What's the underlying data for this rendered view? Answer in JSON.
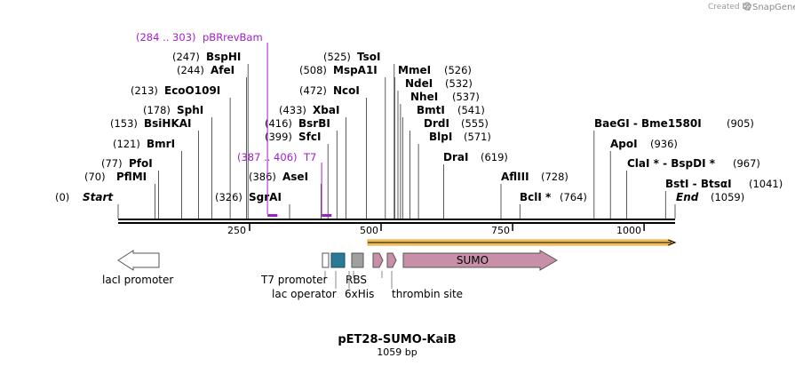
{
  "brand": {
    "prefix": "Created by",
    "name": "SnapGene"
  },
  "map": {
    "name": "pET28-SUMO-KaiB",
    "length_label": "1059 bp",
    "length": 1059
  },
  "ruler": {
    "ticks": [
      "250",
      "500",
      "750",
      "1000"
    ],
    "tick_values": [
      250,
      500,
      750,
      1000
    ]
  },
  "sites": [
    {
      "pos": "(0)",
      "name": "Start",
      "bp": 0,
      "italic": true
    },
    {
      "pos": "(70)",
      "name": "PflMI",
      "bp": 70
    },
    {
      "pos": "(77)",
      "name": "PfoI",
      "bp": 77
    },
    {
      "pos": "(121)",
      "name": "BmrI",
      "bp": 121
    },
    {
      "pos": "(153)",
      "name": "BsiHKAI",
      "bp": 153
    },
    {
      "pos": "(178)",
      "name": "SphI",
      "bp": 178
    },
    {
      "pos": "(213)",
      "name": "EcoO109I",
      "bp": 213
    },
    {
      "pos": "(244)",
      "name": "AfeI",
      "bp": 244
    },
    {
      "pos": "(247)",
      "name": "BspHI",
      "bp": 247
    },
    {
      "pos": "(326)",
      "name": "SgrAI",
      "bp": 326
    },
    {
      "pos": "(386)",
      "name": "AseI",
      "bp": 386
    },
    {
      "pos": "(399)",
      "name": "SfcI",
      "bp": 399
    },
    {
      "pos": "(416)",
      "name": "BsrBI",
      "bp": 416
    },
    {
      "pos": "(433)",
      "name": "XbaI",
      "bp": 433
    },
    {
      "pos": "(472)",
      "name": "NcoI",
      "bp": 472
    },
    {
      "pos": "(508)",
      "name": "MspA1I",
      "bp": 508
    },
    {
      "pos": "(525)",
      "name": "TsoI",
      "bp": 525
    },
    {
      "pos": "(526)",
      "name": "MmeI",
      "bp": 526
    },
    {
      "pos": "(532)",
      "name": "NdeI",
      "bp": 532
    },
    {
      "pos": "(537)",
      "name": "NheI",
      "bp": 537
    },
    {
      "pos": "(541)",
      "name": "BmtI",
      "bp": 541
    },
    {
      "pos": "(555)",
      "name": "DrdI",
      "bp": 555
    },
    {
      "pos": "(571)",
      "name": "BlpI",
      "bp": 571
    },
    {
      "pos": "(619)",
      "name": "DraI",
      "bp": 619
    },
    {
      "pos": "(728)",
      "name": "AflIII",
      "bp": 728
    },
    {
      "pos": "(764)",
      "name": "BclI *",
      "bp": 764
    },
    {
      "pos": "(905)",
      "name": "BaeGI - Bme1580I",
      "bp": 905
    },
    {
      "pos": "(936)",
      "name": "ApoI",
      "bp": 936
    },
    {
      "pos": "(967)",
      "name": "ClaI * - BspDI *",
      "bp": 967
    },
    {
      "pos": "(1041)",
      "name": "BstI - BtsαI",
      "bp": 1041
    },
    {
      "pos": "(1059)",
      "name": "End",
      "bp": 1059,
      "italic": true
    }
  ],
  "primers": [
    {
      "range": "(284 .. 303)",
      "name": "pBRrevBam",
      "start": 284,
      "end": 303
    },
    {
      "range": "(387 .. 406)",
      "name": "T7",
      "start": 387,
      "end": 406
    }
  ],
  "orf": {
    "start": 476,
    "end": 1059,
    "color": "#f0b030"
  },
  "features": [
    {
      "name": "lacI promoter",
      "color": "#ffffff"
    },
    {
      "name": "T7 promoter",
      "color": "#ffffff"
    },
    {
      "name": "lac operator",
      "color": "#ffffff"
    },
    {
      "name": "RBS",
      "color": "#a0a0a0"
    },
    {
      "name": "6xHis",
      "color": "#2a7a96"
    },
    {
      "name": "thrombin site",
      "color": "#c890a8"
    },
    {
      "name": "SUMO",
      "color": "#c890a8"
    }
  ],
  "colors": {
    "primer": "#a020c8",
    "backbone": "#000000"
  }
}
